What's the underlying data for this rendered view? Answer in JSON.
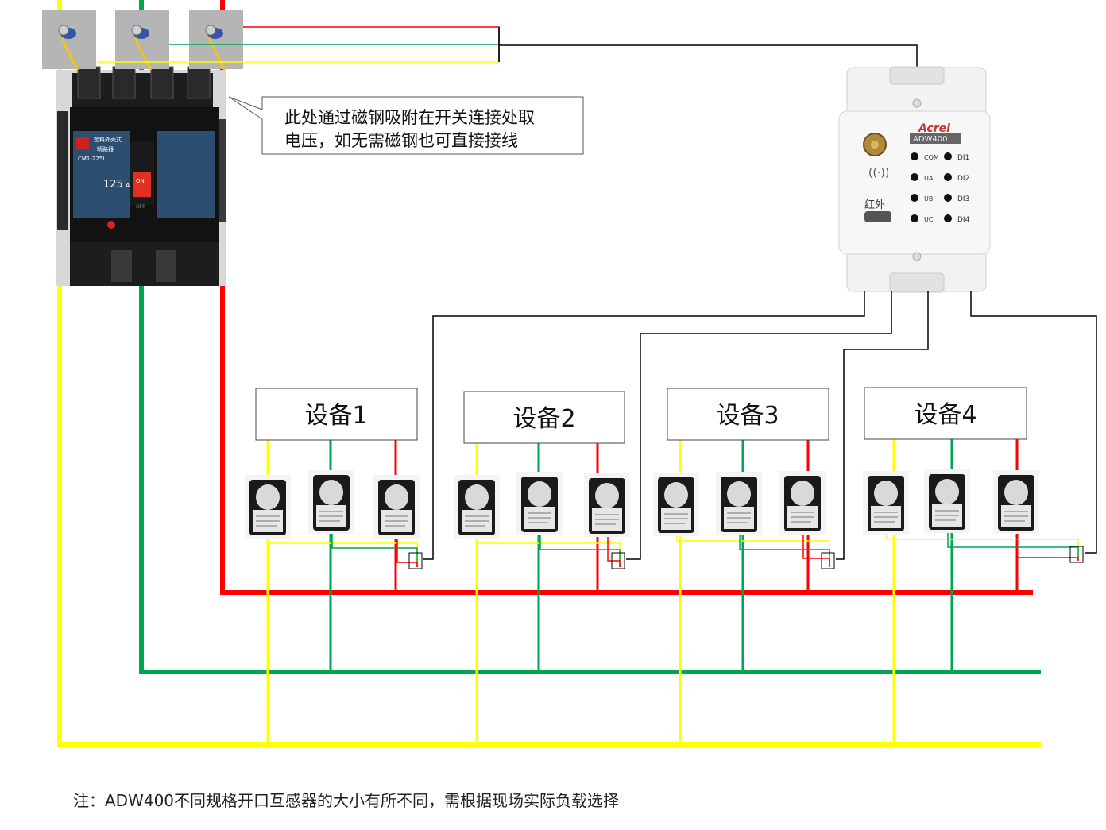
{
  "callout": {
    "line1": "此处通过磁钢吸附在开关连接处取",
    "line2": "电压，如无需磁钢也可直接接线"
  },
  "devices": [
    {
      "label": "设备1"
    },
    {
      "label": "设备2"
    },
    {
      "label": "设备3"
    },
    {
      "label": "设备4"
    }
  ],
  "breaker": {
    "brand_lines": [
      "塑料外壳式",
      "断路器"
    ],
    "model": "CM1-225L",
    "rating": "125",
    "unit": "A",
    "switch_on": "ON",
    "switch_off": "OFF"
  },
  "meter": {
    "brand": "Acrel",
    "model": "ADW400",
    "ir_label": "红外",
    "leds_left": [
      "COM",
      "UA",
      "UB",
      "UC"
    ],
    "leds_right": [
      "DI1",
      "DI2",
      "DI3",
      "DI4"
    ]
  },
  "note": "注：ADW400不同规格开口互感器的大小有所不同，需根据现场实际负载选择",
  "colors": {
    "phase_a": "#ffff00",
    "phase_b": "#00a550",
    "phase_c": "#ff0000",
    "signal": "#000000"
  }
}
